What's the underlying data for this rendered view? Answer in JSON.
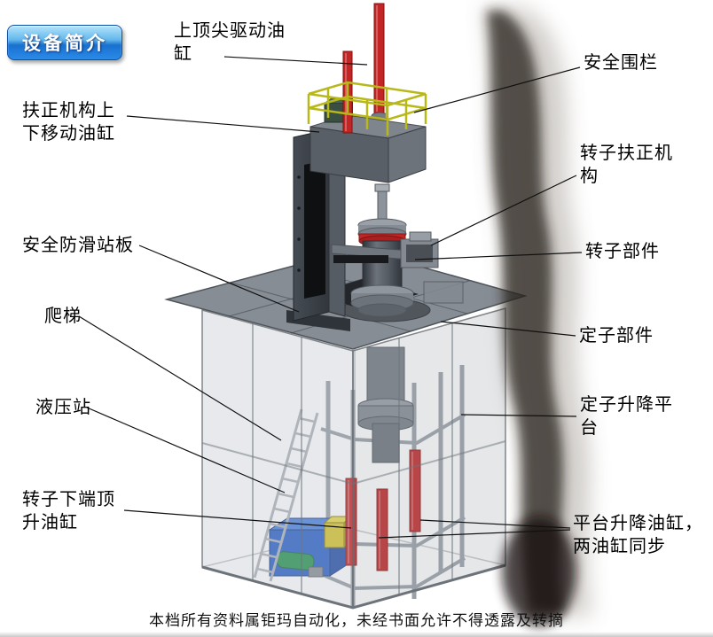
{
  "badge": {
    "label": "设备简介"
  },
  "labels": [
    {
      "name": "top-spindle-drive-cylinder",
      "text": "上顶尖驱动油\n缸"
    },
    {
      "name": "safety-fence",
      "text": "安全围栏"
    },
    {
      "name": "centering-updown-cylinder",
      "text": "扶正机构上\n下移动油缸"
    },
    {
      "name": "rotor-centering-mechanism",
      "text": "转子扶正机\n构"
    },
    {
      "name": "anti-slip-platform",
      "text": "安全防滑站板"
    },
    {
      "name": "rotor-part",
      "text": "转子部件"
    },
    {
      "name": "ladder",
      "text": "爬梯"
    },
    {
      "name": "stator-part",
      "text": "定子部件"
    },
    {
      "name": "hydraulic-station",
      "text": "液压站"
    },
    {
      "name": "stator-lift-platform",
      "text": "定子升降平\n台"
    },
    {
      "name": "rotor-bottom-jack-cylinder",
      "text": "转子下端顶\n升油缸"
    },
    {
      "name": "platform-lift-cylinders",
      "text": "平台升降油缸，\n两油缸同步"
    }
  ],
  "footer": {
    "text": "本档所有资料属钜玛自动化，未经书面允许不得透露及转摘"
  },
  "colors": {
    "cylinder_red": "#c32525",
    "railing_yellow": "#b8b818",
    "hydraulic_blue": "#2d62c8",
    "pump_green": "#2a9653",
    "block_yellow": "#d9c62c",
    "badge_blue": "#1870cf",
    "steel_gray": "#878d95"
  }
}
